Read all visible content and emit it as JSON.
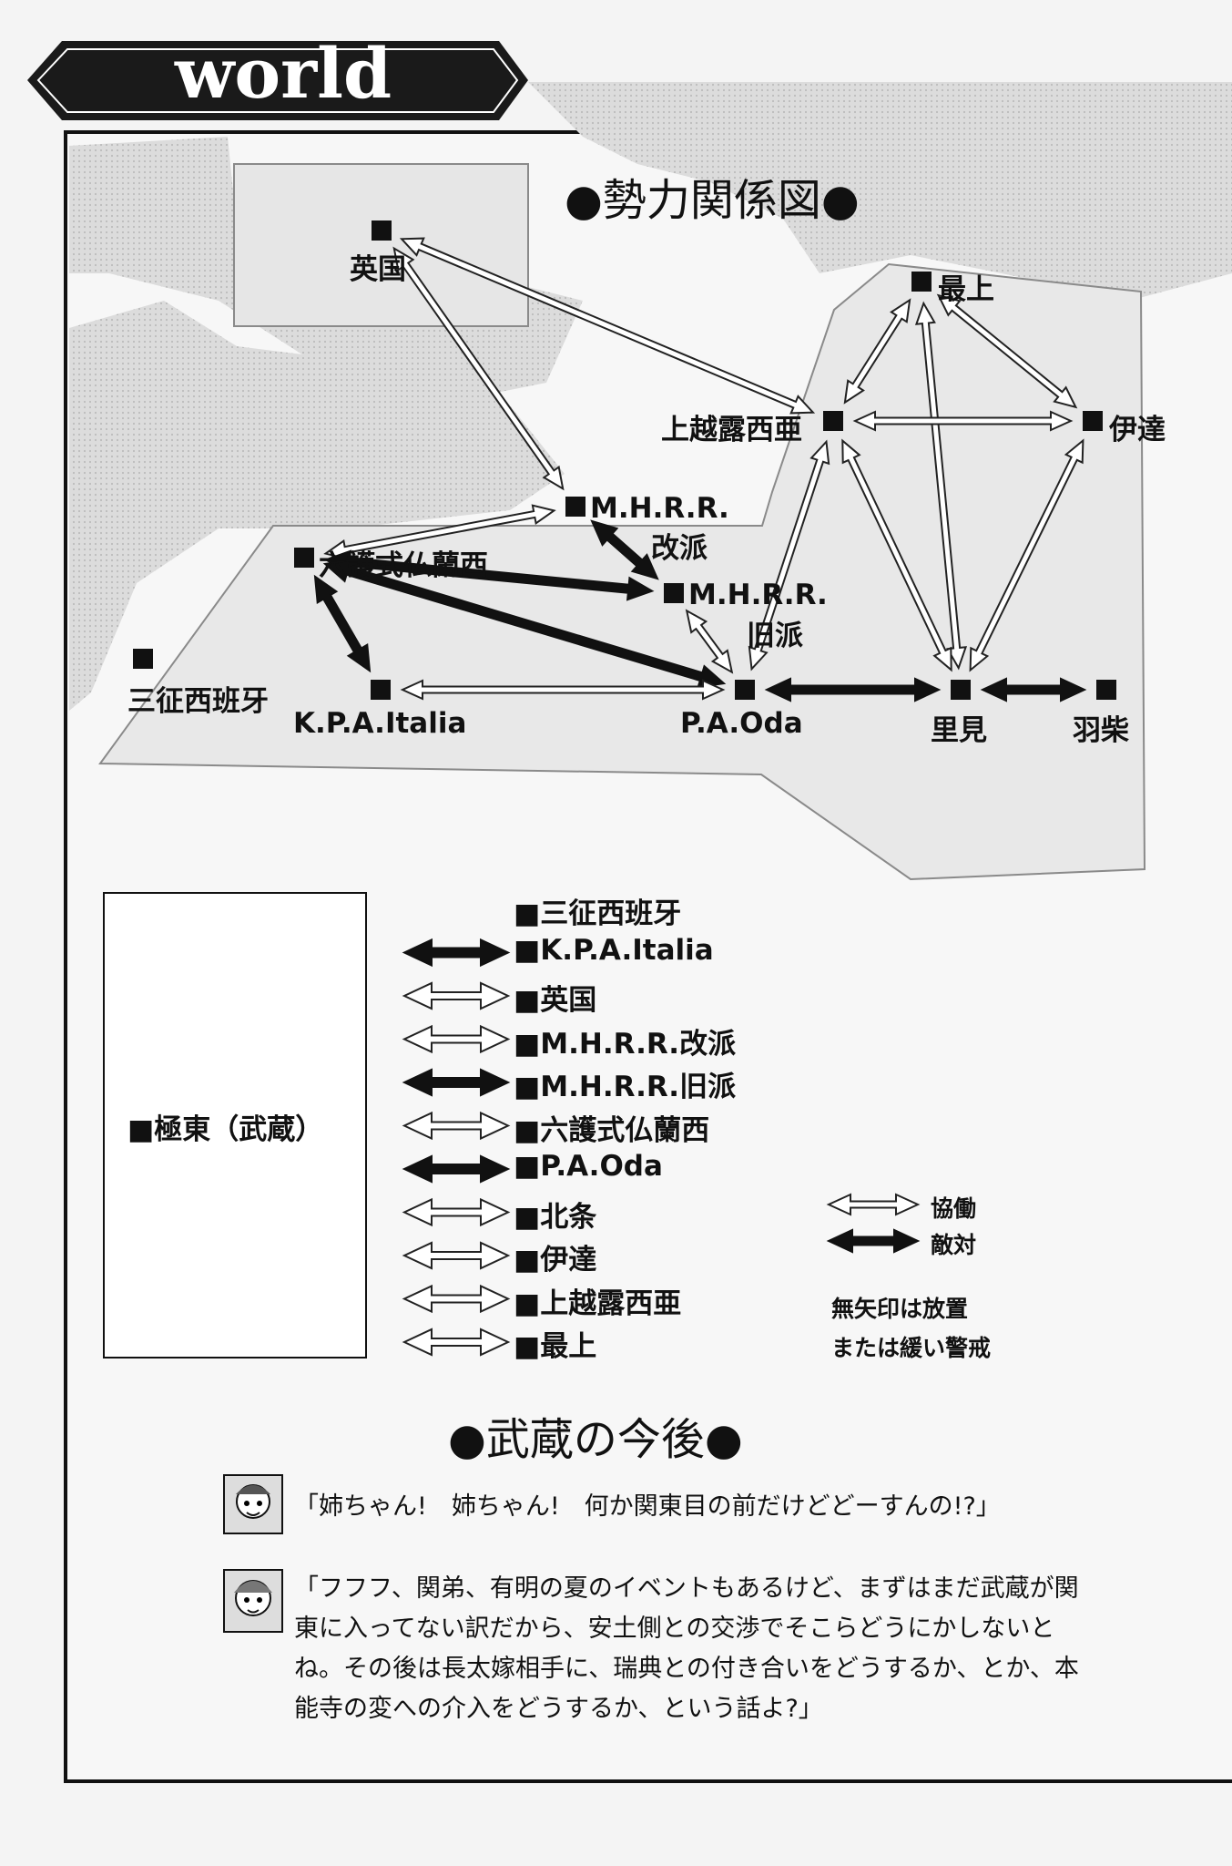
{
  "header": {
    "title": "world"
  },
  "diagram": {
    "title": "●勢力関係図●",
    "factions": {
      "eikoku": "英国",
      "mogami": "最上",
      "uesugi": "上越露西亜",
      "date": "伊達",
      "mhrr_kaiha_1": "M.H.R.R.",
      "mhrr_kaiha_2": "改派",
      "rokugo": "六護式仏蘭西",
      "mhrr_kyuha_1": "M.H.R.R.",
      "mhrr_kyuha_2": "旧派",
      "sansei": "三征西班牙",
      "kpa": "K.P.A.Italia",
      "pa_oda": "P.A.Oda",
      "satomi": "里見",
      "hashiba": "羽柴"
    },
    "relations_edges": [
      {
        "from": "英国",
        "to": "上越露西亜",
        "type": "cooperation"
      },
      {
        "from": "英国",
        "to": "M.H.R.R.改派",
        "type": "cooperation"
      },
      {
        "from": "最上",
        "to": "上越露西亜",
        "type": "cooperation"
      },
      {
        "from": "最上",
        "to": "伊達",
        "type": "cooperation"
      },
      {
        "from": "最上",
        "to": "里見",
        "type": "cooperation"
      },
      {
        "from": "上越露西亜",
        "to": "伊達",
        "type": "cooperation"
      },
      {
        "from": "上越露西亜",
        "to": "P.A.Oda",
        "type": "cooperation"
      },
      {
        "from": "上越露西亜",
        "to": "里見",
        "type": "cooperation"
      },
      {
        "from": "伊達",
        "to": "里見",
        "type": "cooperation"
      },
      {
        "from": "M.H.R.R.改派",
        "to": "六護式仏蘭西",
        "type": "cooperation"
      },
      {
        "from": "M.H.R.R.改派",
        "to": "M.H.R.R.旧派",
        "type": "hostility"
      },
      {
        "from": "六護式仏蘭西",
        "to": "M.H.R.R.旧派",
        "type": "hostility"
      },
      {
        "from": "六護式仏蘭西",
        "to": "P.A.Oda",
        "type": "hostility"
      },
      {
        "from": "六護式仏蘭西",
        "to": "K.P.A.Italia",
        "type": "hostility"
      },
      {
        "from": "M.H.R.R.旧派",
        "to": "P.A.Oda",
        "type": "cooperation"
      },
      {
        "from": "K.P.A.Italia",
        "to": "P.A.Oda",
        "type": "cooperation"
      },
      {
        "from": "P.A.Oda",
        "to": "里見",
        "type": "hostility"
      },
      {
        "from": "里見",
        "to": "羽柴",
        "type": "hostility"
      }
    ]
  },
  "legend": {
    "center": "■極東（武蔵）",
    "rows": [
      {
        "label": "■三征西班牙",
        "type": "none"
      },
      {
        "label": "■K.P.A.Italia",
        "type": "hostility"
      },
      {
        "label": "■英国",
        "type": "cooperation"
      },
      {
        "label": "■M.H.R.R.改派",
        "type": "cooperation"
      },
      {
        "label": "■M.H.R.R.旧派",
        "type": "hostility"
      },
      {
        "label": "■六護式仏蘭西",
        "type": "cooperation"
      },
      {
        "label": "■P.A.Oda",
        "type": "hostility"
      },
      {
        "label": "■北条",
        "type": "cooperation"
      },
      {
        "label": "■伊達",
        "type": "cooperation"
      },
      {
        "label": "■上越露西亜",
        "type": "cooperation"
      },
      {
        "label": "■最上",
        "type": "cooperation"
      }
    ],
    "key": {
      "cooperation": "協働",
      "hostility": "敵対",
      "note1": "無矢印は放置",
      "note2": "または緩い警戒"
    }
  },
  "future": {
    "title": "●武蔵の今後●",
    "dialogue1": "「姉ちゃん!　姉ちゃん!　何か関東目の前だけどどーすんの!?」",
    "dialogue2": [
      "「フフフ、関弟、有明の夏のイベントもあるけど、まずはまだ武蔵が関",
      "東に入ってない訳だから、安土側との交渉でそこらどうにかしないと",
      "ね。その後は長太嫁相手に、瑞典との付き合いをどうするか、とか、本",
      "能寺の変への介入をどうするか、という話よ?」"
    ]
  }
}
